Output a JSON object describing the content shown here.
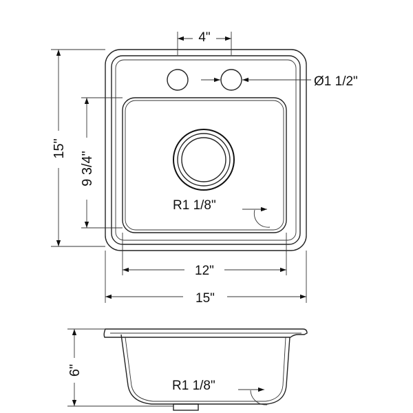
{
  "dimensions": {
    "faucet_hole_spacing": "4\"",
    "faucet_hole_diameter": "Ø1 1/2\"",
    "overall_depth": "15\"",
    "bowl_depth_front_to_back": "9 3/4\"",
    "corner_radius_top": "R1 1/8\"",
    "bowl_width": "12\"",
    "overall_width": "15\"",
    "bowl_height": "6\"",
    "corner_radius_side": "R1 1/8\""
  }
}
